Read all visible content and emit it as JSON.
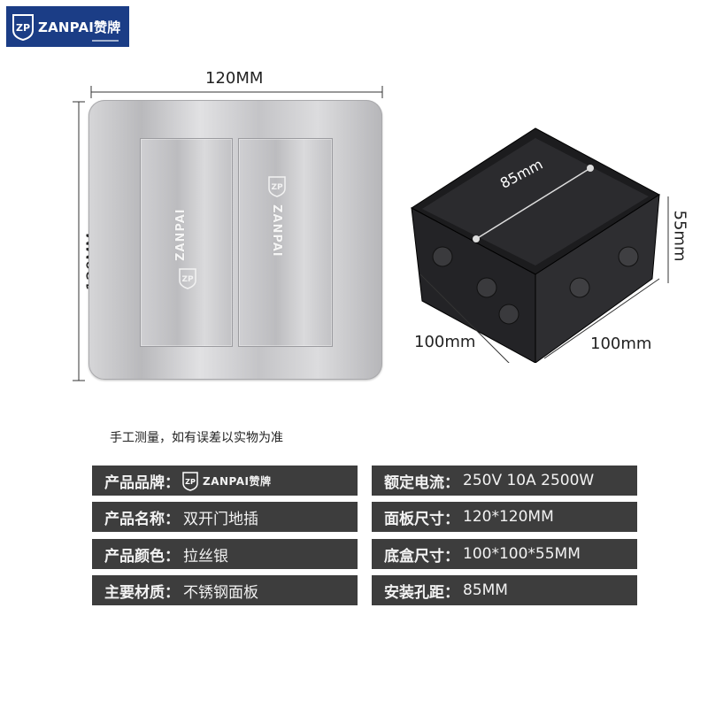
{
  "logo": {
    "text": "ZANPAI赞牌",
    "icon": "zp-shield-icon",
    "color": "#1b3d86"
  },
  "dimensions": {
    "panel_width": "120MM",
    "panel_height": "120MM",
    "box_inner": "85mm",
    "box_depth": "55mm",
    "box_width": "100mm",
    "box_length": "100mm"
  },
  "panel": {
    "door_brand": "ZANPAI"
  },
  "note": "手工测量，如有误差以实物为准",
  "specs_left": [
    {
      "label": "产品品牌：",
      "value": "ZANPAI赞牌"
    },
    {
      "label": "产品名称：",
      "value": "双开门地插"
    },
    {
      "label": "产品颜色：",
      "value": "拉丝银"
    },
    {
      "label": "主要材质：",
      "value": "不锈钢面板"
    }
  ],
  "specs_right": [
    {
      "label": "额定电流：",
      "value": "250V 10A 2500W"
    },
    {
      "label": "面板尺寸：",
      "value": "120*120MM"
    },
    {
      "label": "底盒尺寸：",
      "value": "100*100*55MM"
    },
    {
      "label": "安装孔距：",
      "value": "85MM"
    }
  ]
}
